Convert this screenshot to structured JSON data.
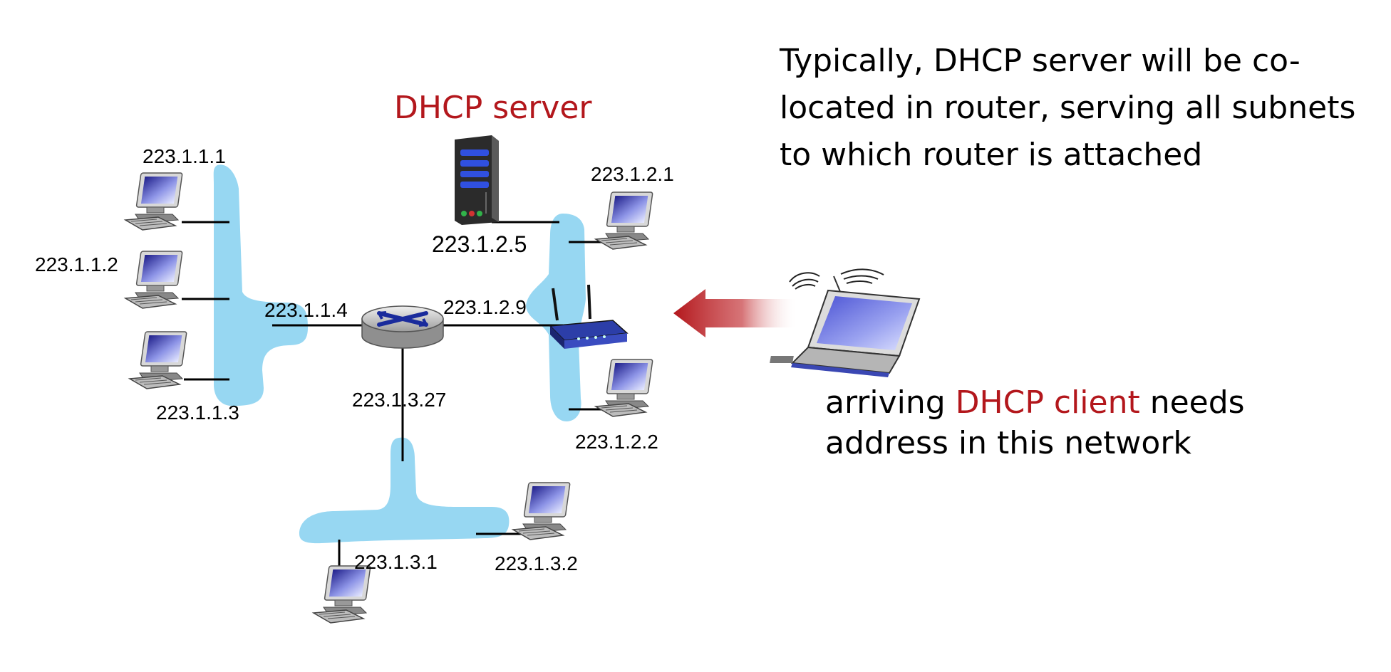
{
  "server_title": "DHCP server",
  "note_lines": [
    "Typically, DHCP server will be  co-",
    "located in router, serving all subnets",
    "to which router is attached"
  ],
  "client_caption": {
    "line1_prefix": "arriving ",
    "line1_highlight": "DHCP client",
    "line1_suffix": " needs",
    "line2": "address in this network"
  },
  "ip_labels": {
    "host_1_1": "223.1.1.1",
    "host_1_2": "223.1.1.2",
    "host_1_3": "223.1.1.3",
    "router_if_1": "223.1.1.4",
    "router_if_2": "223.1.2.9",
    "router_if_3": "223.1.3.27",
    "server": "223.1.2.5",
    "host_2_1": "223.1.2.1",
    "host_2_2": "223.1.2.2",
    "host_3_1": "223.1.3.1",
    "host_3_2": "223.1.3.2"
  },
  "colors": {
    "subnet": "#97d7f2",
    "highlight_red": "#b3171c",
    "arrow": "#b3171c",
    "screen": "#3b3fb0"
  }
}
